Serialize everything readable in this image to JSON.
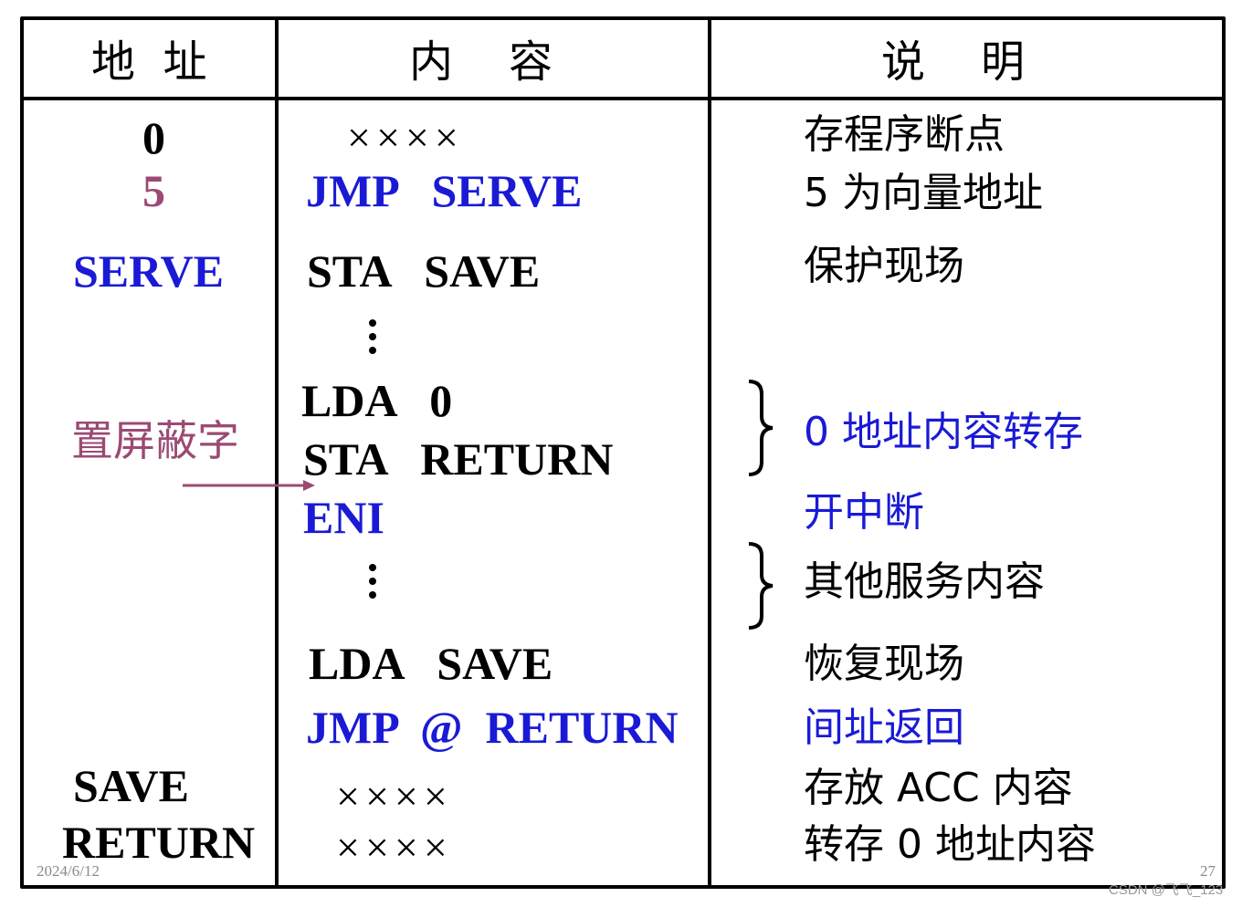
{
  "header": {
    "addr": "地  址",
    "content": "内    容",
    "desc": "说    明"
  },
  "addresses": {
    "a0": "0",
    "a5": "5",
    "serve": "SERVE",
    "save": "SAVE",
    "return": "RETURN"
  },
  "annotation": {
    "mask": "置屏蔽字"
  },
  "content": {
    "x1": "××××",
    "jmp_serve": "JMP   SERVE",
    "sta_save": "STA   SAVE",
    "lda_0": "LDA   0",
    "sta_return": "STA   RETURN",
    "eni": "ENI",
    "lda_save": "LDA   SAVE",
    "jmp_return": "JMP  @  RETURN",
    "x2": "××××",
    "x3": "××××"
  },
  "desc": {
    "d1": "存程序断点",
    "d2": "5 为向量地址",
    "d3": "保护现场",
    "d4": "0 地址内容转存",
    "d5": "开中断",
    "d6": "其他服务内容",
    "d7": "恢复现场",
    "d8": "间址返回",
    "d9": "存放 ACC 内容",
    "d10": "转存 0 地址内容"
  },
  "footer": {
    "date": "2024/6/12",
    "page": "27",
    "watermark": "CSDN @飞飞_123"
  },
  "colors": {
    "blue": "#1a1ad6",
    "mauve": "#9b4a73",
    "black": "#000000"
  }
}
